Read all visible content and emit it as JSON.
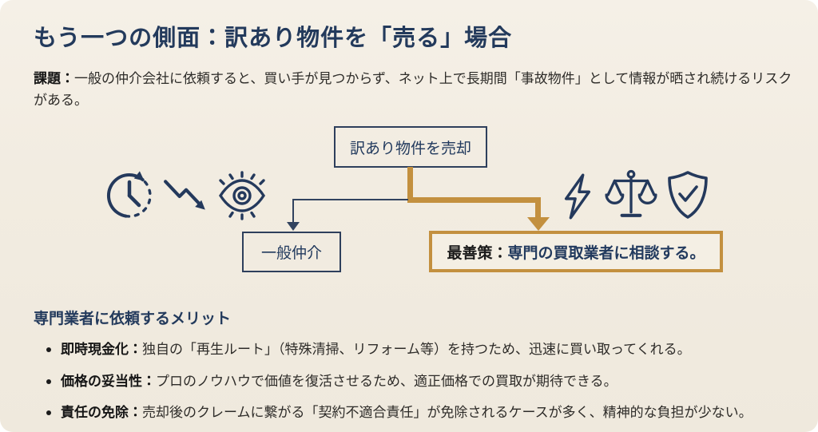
{
  "title": "もう一つの側面：訳あり物件を「売る」場合",
  "problem": {
    "label": "課題：",
    "text": "一般の仲介会社に依頼すると、買い手が見つからず、ネット上で長期間「事故物件」として情報が晒され続けるリスクがある。"
  },
  "diagram": {
    "root_box": "訳あり物件を売却",
    "general_box": "一般仲介",
    "best_label": "最善策：",
    "best_text": "専門の買取業者に相談する。",
    "left_icons": [
      "clock-history-icon",
      "declining-trend-icon",
      "eye-icon"
    ],
    "right_icons": [
      "lightning-icon",
      "scales-icon",
      "shield-check-icon"
    ]
  },
  "merits": {
    "heading": "専門業者に依頼するメリット",
    "items": [
      {
        "label": "即時現金化：",
        "text": "独自の「再生ルート」（特殊清掃、リフォーム等）を持つため、迅速に買い取ってくれる。"
      },
      {
        "label": "価格の妥当性：",
        "text": "プロのノウハウで価値を復活させるため、適正価格での買取が期待できる。"
      },
      {
        "label": "責任の免除：",
        "text": "売却後のクレームに繋がる「契約不適合責任」が免除されるケースが多く、精神的な負担が少ない。"
      }
    ]
  },
  "colors": {
    "background": "#f2ece1",
    "navy": "#233a5c",
    "gold": "#c3903f",
    "body_text": "#2e2c29",
    "lead_text": "#151515"
  }
}
